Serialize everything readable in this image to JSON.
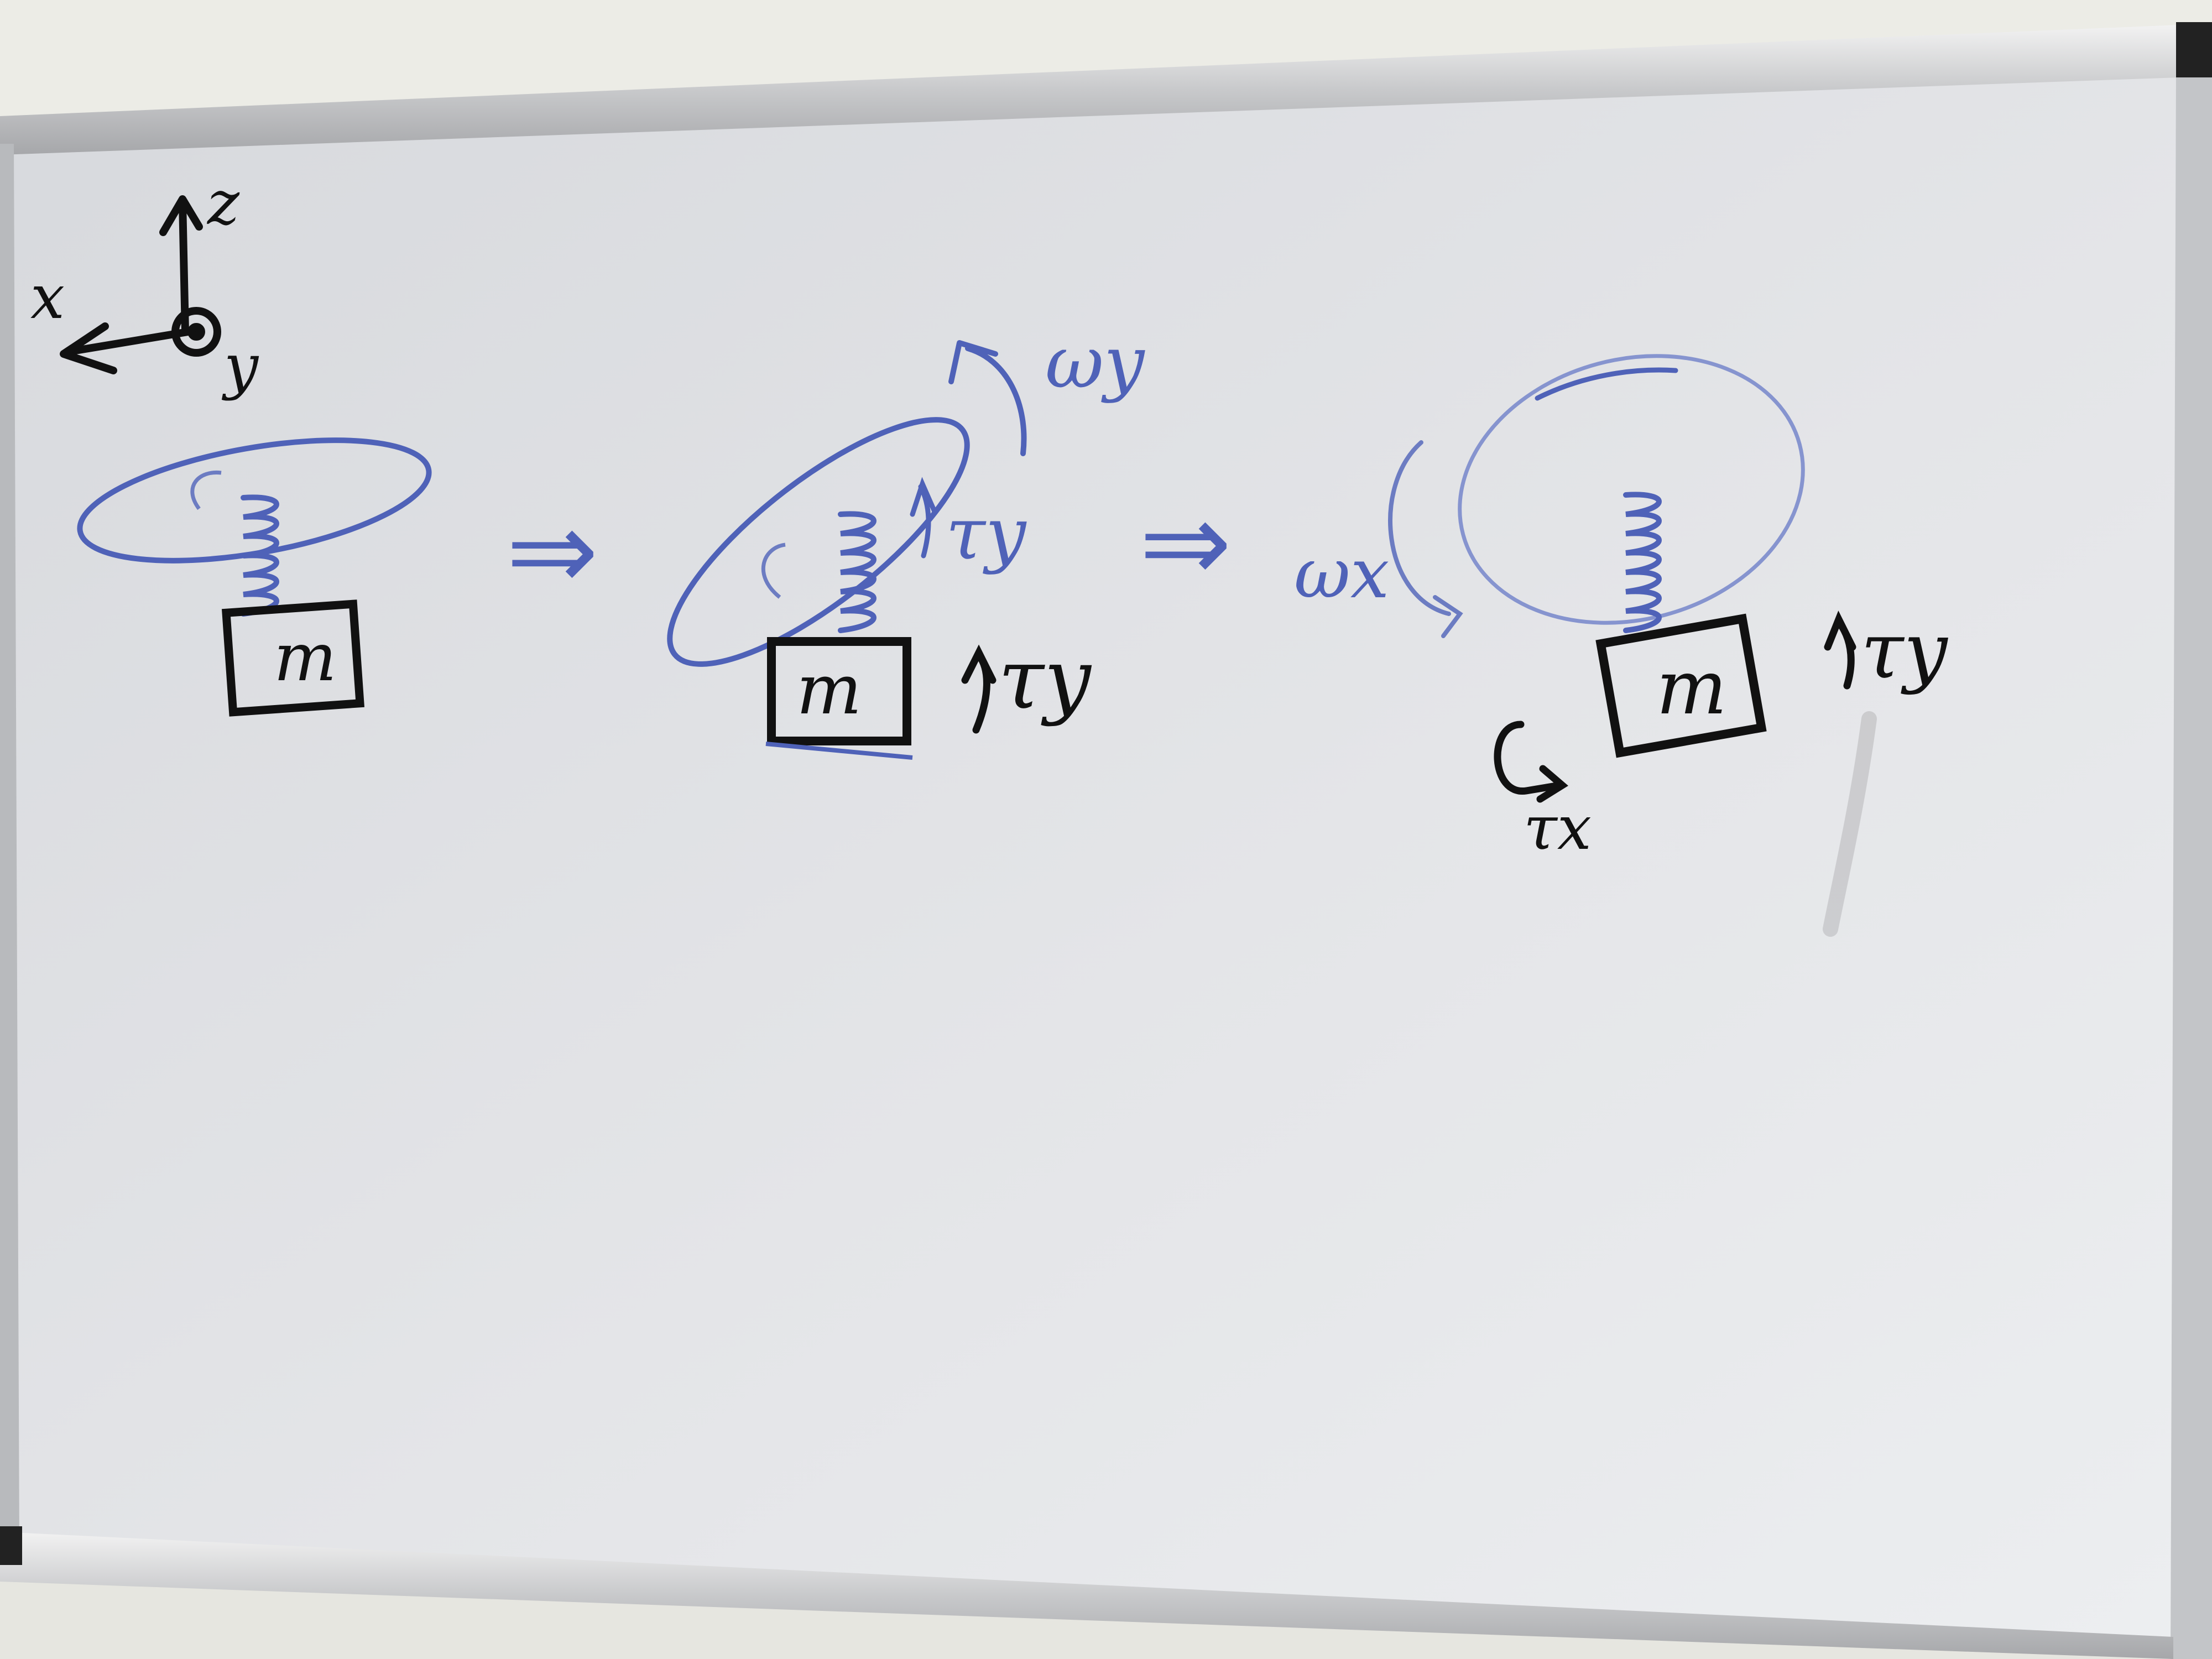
{
  "board": {
    "background": "#dfe1e4",
    "frame_color": "#c9cbce",
    "ink_black": "#111111",
    "ink_blue": "#4f62b8"
  },
  "axes": {
    "z_label": "z",
    "x_label": "x",
    "y_label": "y"
  },
  "panels": [
    {
      "mass_label": "m"
    },
    {
      "mass_label": "m",
      "omega_label": "ωy",
      "tau_label_upper": "τy",
      "tau_label_mass": "τy"
    },
    {
      "mass_label": "m",
      "omega_label": "ωx",
      "tau_y_label": "τy",
      "tau_x_label": "τx"
    }
  ],
  "arrows": [
    {
      "label": "⇒"
    },
    {
      "label": "⇒"
    }
  ]
}
